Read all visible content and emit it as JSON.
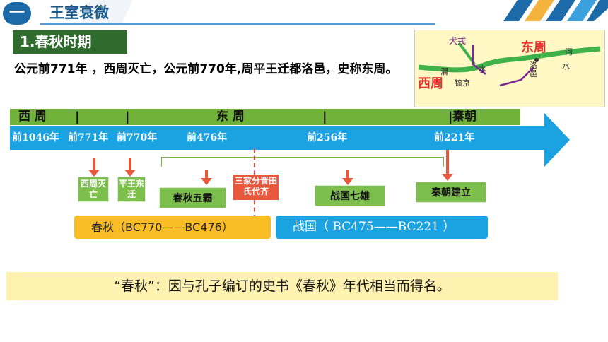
{
  "header": {
    "badge": "一",
    "title": "王室衰微",
    "colors": {
      "badge": "#1d6aa8",
      "title": "#1a5b8e"
    }
  },
  "section": {
    "title": "1.春秋时期"
  },
  "intro": {
    "text": "公元前771年 ，西周灭亡，公元前770年,周平王迁都洛邑，史称东周。"
  },
  "map": {
    "labels": {
      "quanrong": "犬戎",
      "dongzhou": "东周",
      "he": "河",
      "wei": "渭",
      "shui_left": "水",
      "luoyi": "洛邑",
      "shui_right": "水",
      "haojing": "镐京",
      "xizhou": "西周"
    },
    "colors": {
      "background": "#fff7c4",
      "river": "#3fb24a",
      "route": "#7a2a8c",
      "label_red": "#e5322d"
    }
  },
  "timeline": {
    "periods": {
      "xizhou": "西 周",
      "dongzhou": "东    周",
      "qin": "秦朝"
    },
    "separator": "|",
    "years": [
      "前1046年",
      "前771年",
      "前770年",
      "前476年",
      "前256年",
      "前221年"
    ],
    "colors": {
      "green": "#70b23a",
      "blue": "#1aa3e0",
      "arrow_red": "#e8583c"
    }
  },
  "events": {
    "xizhou_miewang": "西周灭亡",
    "pingwang_dongqian": "平王东迁",
    "chunqiu_wuba": "春秋五霸",
    "sanjia_fenjin": "三家分晋田氏代齐",
    "zhanguo_qixiong": "战国七雄",
    "qinchao_jianli": "秦朝建立"
  },
  "periods": {
    "chunqiu": "春秋（BC770——BC476）",
    "zhanguo": "战国（ BC475——BC221 ）"
  },
  "note": {
    "text": "“春秋”：因与孔子编订的史书《春秋》年代相当而得名。"
  }
}
